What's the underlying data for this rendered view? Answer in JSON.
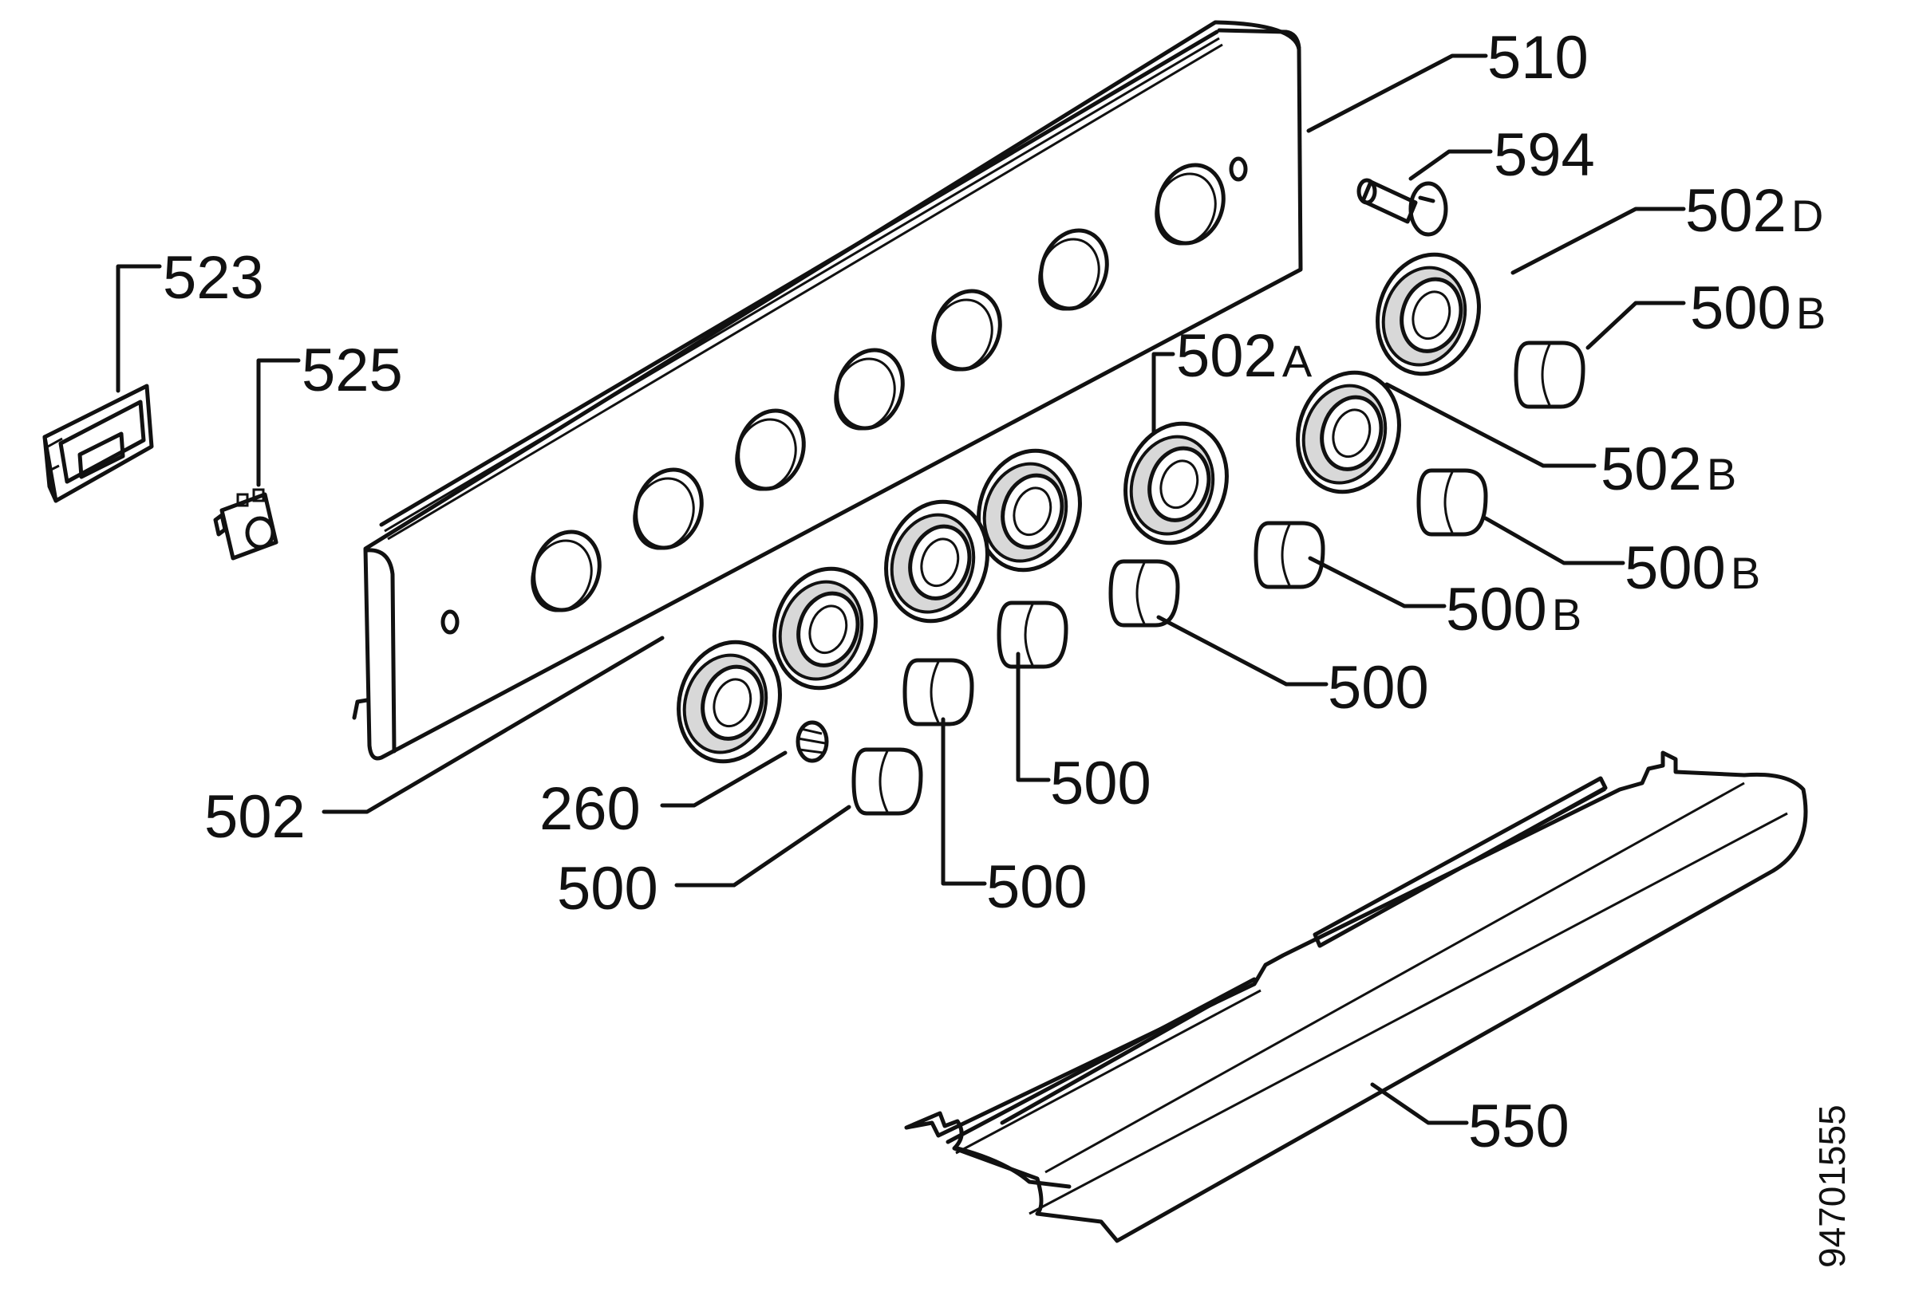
{
  "labels": {
    "l510": "510",
    "l594": "594",
    "l502d": "502",
    "l502d_suffix": "D",
    "l500b_1": "500",
    "l500b_1_suffix": "B",
    "l523": "523",
    "l525": "525",
    "l502a": "502",
    "l502a_suffix": "A",
    "l502b": "502",
    "l502b_suffix": "B",
    "l500b_2": "500",
    "l500b_2_suffix": "B",
    "l500b_3": "500",
    "l500b_3_suffix": "B",
    "l500_1": "500",
    "l500_2": "500",
    "l260": "260",
    "l502": "502",
    "l500_3": "500",
    "l500_4": "500",
    "l550": "550"
  },
  "doc_id": "94701555",
  "colors": {
    "line": "#111111",
    "background": "#ffffff"
  }
}
